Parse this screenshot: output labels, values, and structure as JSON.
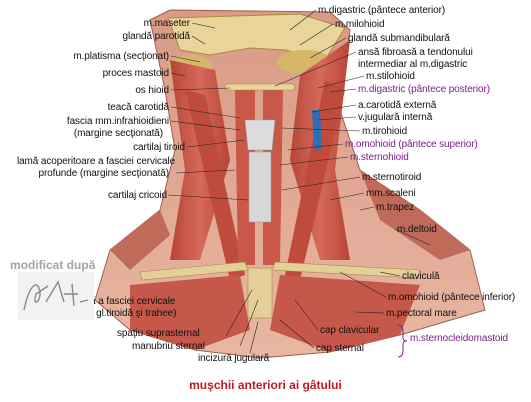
{
  "caption": "muşchii anteriori ai gâtului",
  "credit": "modificat după",
  "signature_text": "F. Netter",
  "colors": {
    "caption": "#c0191f",
    "purple_label": "#7a1f8c",
    "muscle": "#c8574a",
    "bone": "#e9d49a",
    "trachea": "#d8d8d8"
  },
  "labels_left": [
    "m.maseter",
    "glandă parotidă",
    "m.platisma (secţionat)",
    "proces mastoid",
    "os hioid",
    "teacă carotidă",
    "fascia mm.infrahioidieni",
    "(margine secţionată)",
    "cartilaj tiroid",
    "lamă acoperitoare a fasciei cervicale",
    "profunde (margine secţionată)",
    "cartilaj cricoid",
    "lă a fasciei cervicale",
    "e gl.tiroidă şi trahee)",
    "spaţiu suprasternal",
    "manubriu sternal",
    "incizură jugulară"
  ],
  "labels_right": [
    "m.digastric (pântece anterior)",
    "m.milohioid",
    "glandă submandibulară",
    "ansă fibroasă a tendonului",
    "intermediar al m.digastric",
    "m.stilohioid",
    "m.digastric (pântece posterior)",
    "a.carotidă externă",
    "v.jugulară internă",
    "m.tirohioid",
    "m.omohioid (pântece superior)",
    "m.sternohioid",
    "m.sternotiroid",
    "mm.scaleni",
    "m.trapez",
    "m.deltoid",
    "claviculă",
    "m.omohioid (pântece inferior)",
    "m.pectoral mare",
    "cap clavicular",
    "cap sternal",
    "m.sternocleidomastoid"
  ]
}
